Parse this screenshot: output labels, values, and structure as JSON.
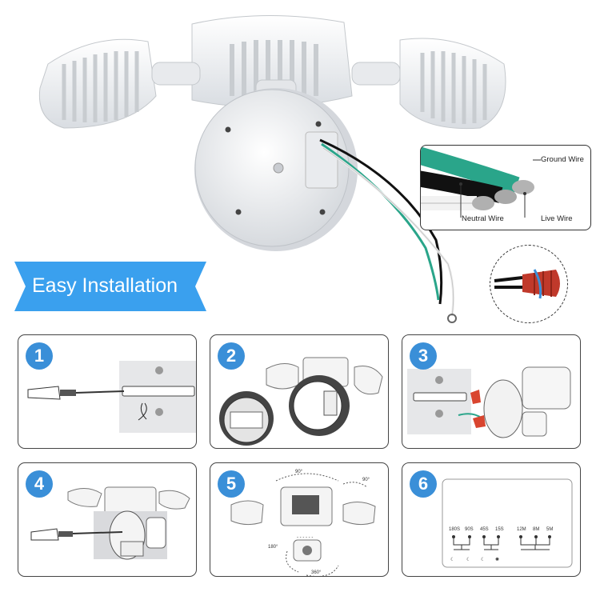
{
  "banner": {
    "label": "Easy Installation",
    "color": "#3aa0ee"
  },
  "wires": {
    "ground": "Ground Wire",
    "neutral": "Neutral Wire",
    "live": "Live Wire"
  },
  "steps": [
    {
      "number": "1"
    },
    {
      "number": "2"
    },
    {
      "number": "3"
    },
    {
      "number": "4"
    },
    {
      "number": "5",
      "angle_top": "90°",
      "angle_right": "90°",
      "angle_left": "180°",
      "angle_bottom": "360°"
    },
    {
      "number": "6",
      "time_labels": [
        "180S",
        "90S",
        "45S",
        "15S"
      ],
      "range_labels": [
        "12M",
        "8M",
        "5M"
      ]
    }
  ],
  "colors": {
    "accent": "#3a8fd8",
    "ground_wire": "#2aa58a",
    "wire_nut": "#c0392b"
  }
}
